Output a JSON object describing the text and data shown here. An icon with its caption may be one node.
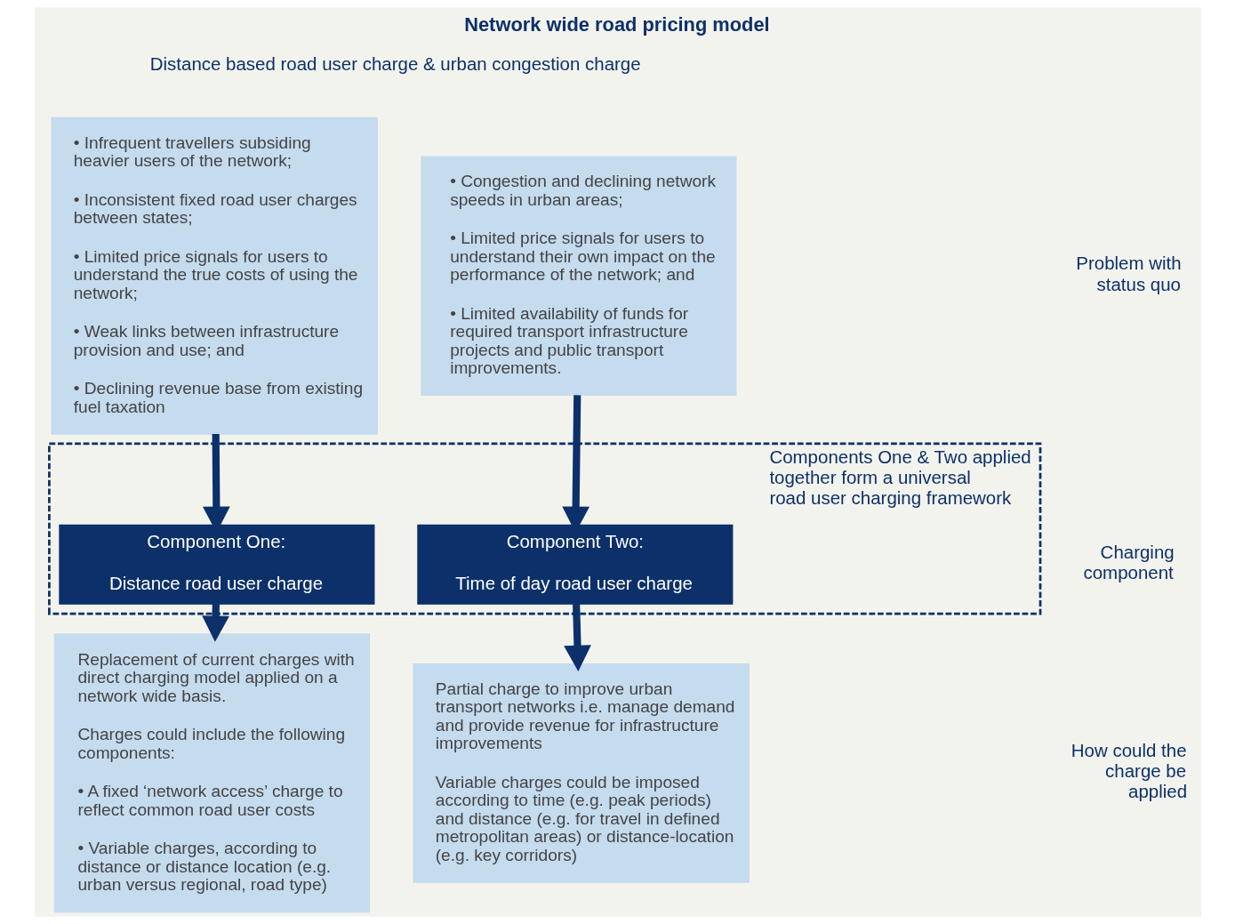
{
  "diagram": {
    "title": "Network wide road pricing model",
    "nodes": [
      {
        "text": [
          "• Infrequent travellers subsiding heavier users of the network;",
          "• Inconsistent fixed road user charges between states;",
          "• Limited price signals for users to understand the true costs of using the network;",
          "• Weak links between infrastructure provision and use; and",
          "• Declining revenue base from existing fuel taxation"
        ]
      },
      {
        "text": [
          "• Congestion and declining network speeds in urban areas;",
          "• Limited price signals for users to understand their own impact on the performance of the network; and",
          "• Limited availability of funds for required transport infrastructure projects and public transport improvements."
        ]
      },
      {
        "text": [
          "Components One & Two applied together form a universal road user charging framework"
        ]
      },
      {
        "text": [
          "Component One:",
          "Distance road user charge"
        ],
        "in": 2
      },
      {
        "text": [
          "Component Two:",
          "Time of day road user charge"
        ],
        "in": 2
      },
      {
        "text": [
          "Replacement of current charges with direct charging model applied on a network wide basis.",
          "Charges could include the following components:",
          "• A fixed ‘network access’ charge to reflect common road user costs",
          "• Variable charges, according to distance or distance location (e.g. urban versus regional, road type)"
        ]
      },
      {
        "text": [
          "Partial charge to improve urban transport networks i.e. manage demand and provide revenue for infrastructure improvements",
          "Variable charges could be imposed according to time (e.g. peak periods) and distance (e.g. for travel in defined metropolitan areas) or distance-location (e.g. key corridors)"
        ]
      }
    ],
    "edges": [
      {
        "from": 0,
        "to": 3,
        "arrow": "to"
      },
      {
        "from": 3,
        "to": 5,
        "arrow": "to"
      },
      {
        "from": 1,
        "to": 4,
        "arrow": "to"
      },
      {
        "from": 4,
        "to": 6,
        "arrow": "to"
      }
    ],
    "labels": [
      "Distance based road user charge & urban congestion charge",
      "Problem with status quo",
      "Charging component",
      "How could the charge be applied"
    ]
  }
}
